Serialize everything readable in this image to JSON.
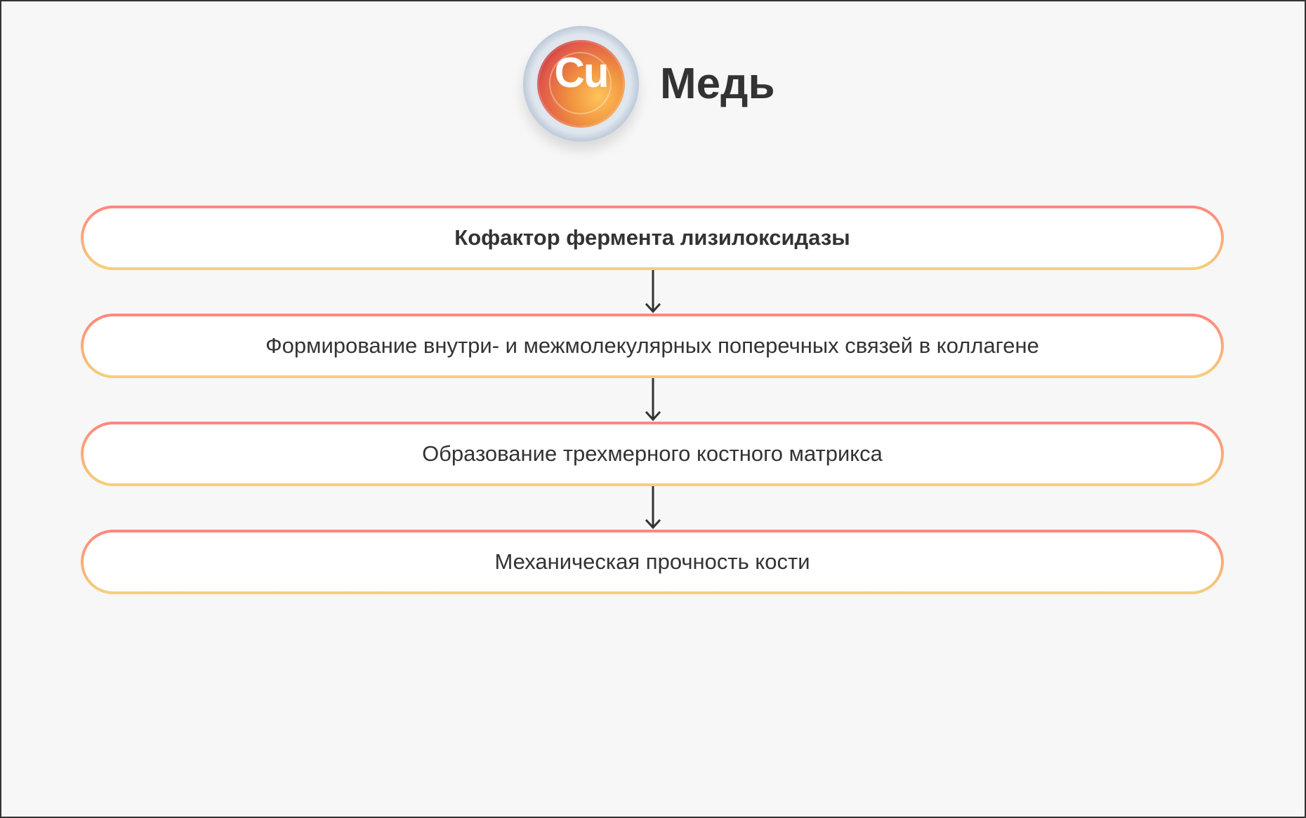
{
  "header": {
    "symbol": "Cu",
    "title": "Медь"
  },
  "steps": [
    {
      "label": "Кофактор фермента лизилоксидазы"
    },
    {
      "label": "Формирование внутри- и межмолекулярных поперечных связей в коллагене"
    },
    {
      "label": "Образование трехмерного костного матрикса"
    },
    {
      "label": "Механическая прочность кости"
    }
  ],
  "colors": {
    "border_top": "#ff857c",
    "border_bottom": "#f5d07a",
    "text": "#333333"
  }
}
